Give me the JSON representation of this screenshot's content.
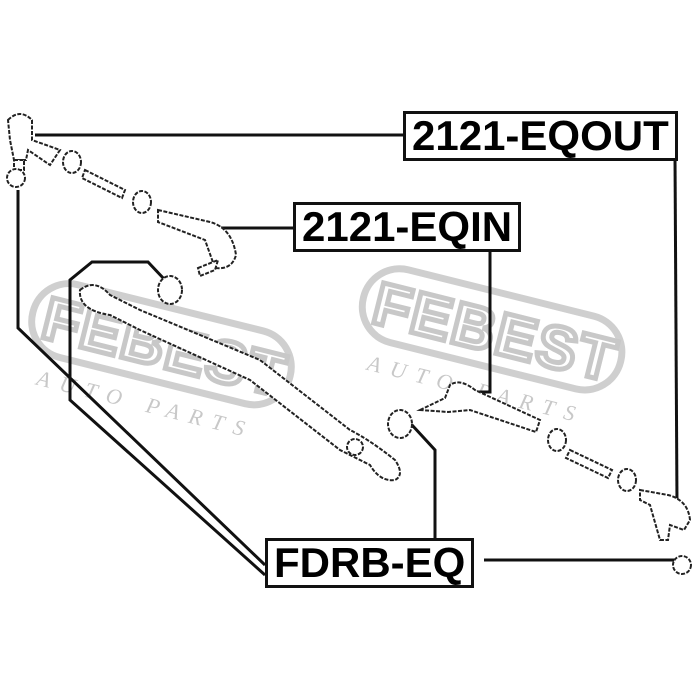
{
  "watermark": {
    "brand": "FEBEST",
    "tagline": "AUTO PARTS"
  },
  "labels": {
    "outer_tie_rod": "2121-EQOUT",
    "inner_tie_rod": "2121-EQIN",
    "bushing": "FDRB-EQ"
  }
}
